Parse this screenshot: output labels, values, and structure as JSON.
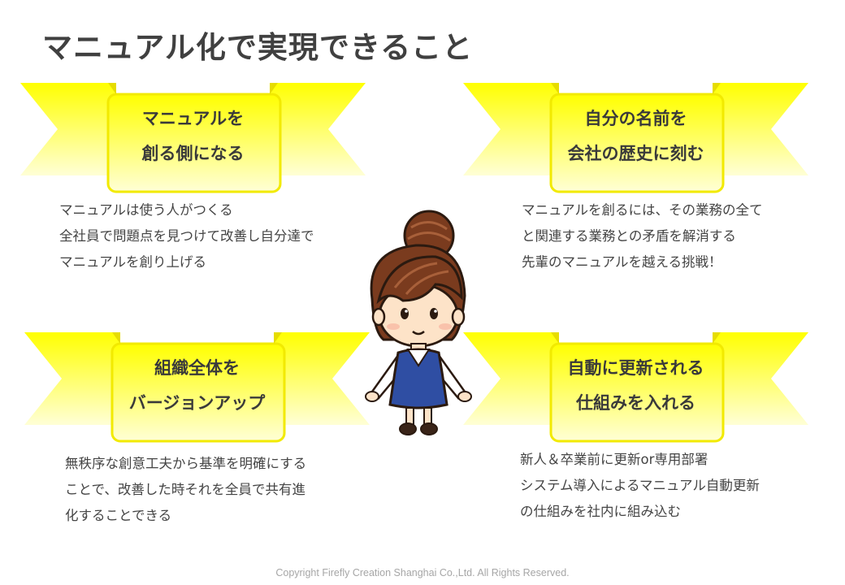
{
  "page": {
    "title": "マニュアル化で実現できること"
  },
  "cards": [
    {
      "line1": "マニュアルを",
      "line2": "創る側になる",
      "desc": [
        "マニュアルは使う人がつくる",
        "全社員で問題点を見つけて改善し自分達で",
        "マニュアルを創り上げる"
      ]
    },
    {
      "line1": "自分の名前を",
      "line2": "会社の歴史に刻む",
      "desc": [
        "マニュアルを創るには、その業務の全て",
        "と関連する業務との矛盾を解消する",
        "先輩のマニュアルを越える挑戦！"
      ]
    },
    {
      "line1": "組織全体を",
      "line2": "バージョンアップ",
      "desc": [
        "無秩序な創意工夫から基準を明確にする",
        "ことで、改善した時それを全員で共有進",
        "化することできる"
      ]
    },
    {
      "line1": "自動に更新される",
      "line2": "仕組みを入れる",
      "desc": [
        "新人＆卒業前に更新or専用部署",
        "システム導入によるマニュアル自動更新",
        "の仕組みを社内に組み込む"
      ]
    }
  ],
  "footer": {
    "copyright": "Copyright Firefly Creation Shanghai Co.,Ltd.  All Rights Reserved."
  },
  "colors": {
    "ribbon_yellow": "#ffff00",
    "ribbon_light": "#ffffcc",
    "title": "#404040"
  },
  "icons": {
    "mascot": "businesswoman-mascot-illustration"
  }
}
